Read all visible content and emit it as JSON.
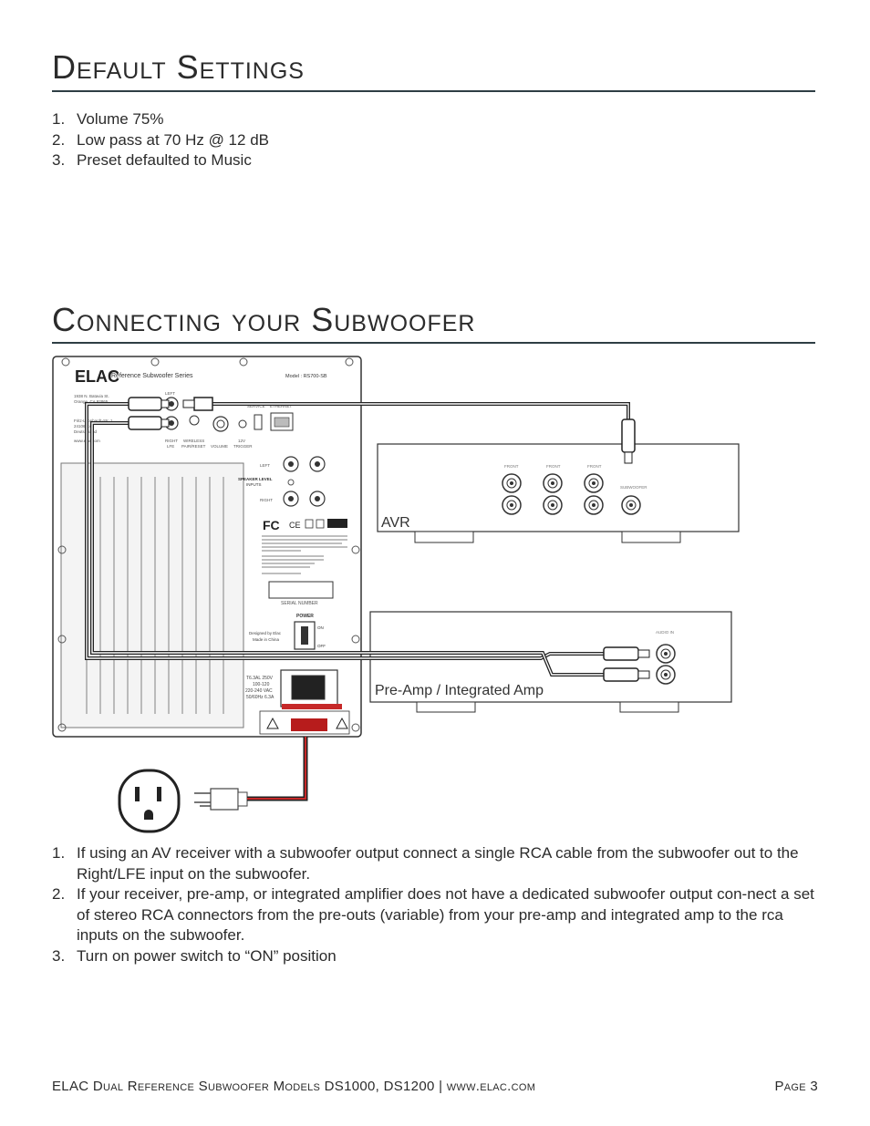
{
  "section1": {
    "title": "Default Settings",
    "items": [
      {
        "num": "1.",
        "text": "Volume 75%"
      },
      {
        "num": "2.",
        "text": "Low pass at 70 Hz @ 12 dB"
      },
      {
        "num": "3.",
        "text": "Preset defaulted to Music"
      }
    ]
  },
  "section2": {
    "title": "Connecting your Subwoofer",
    "items": [
      {
        "num": "1.",
        "text": "If using an AV receiver with a subwoofer output connect a single RCA cable from the subwoofer out to the Right/LFE input on the subwoofer."
      },
      {
        "num": "2.",
        "text": "If your receiver, pre-amp, or integrated amplifier does not have a dedicated subwoofer output con-nect a set of stereo RCA connectors from the pre-outs (variable) from your pre-amp and integrated amp to the rca inputs on the subwoofer."
      },
      {
        "num": "3.",
        "text": "Turn on power switch to “ON” position"
      }
    ]
  },
  "diagram": {
    "panel": {
      "brand": "ELAC",
      "series": "Reference Subwoofer Series",
      "model": "Model : RS700-SB",
      "address": [
        "1938 N. Batavia St.",
        "Orange, CA 92865"
      ],
      "address2": [
        "Fritz-Leonhardt-Str. 1",
        "24106 Kiel",
        "Deutschland"
      ],
      "website": "www.elac.com",
      "left": "LEFT",
      "right_lfe": [
        "RIGHT",
        "LFE"
      ],
      "wireless": [
        "WIRELESS",
        "PAIR/RESET"
      ],
      "volume": "VOLUME",
      "trigger": [
        "12V",
        "TRIGGER"
      ],
      "service": "SERVICE",
      "ethernet": "ETHERNET",
      "speaker_left": "LEFT",
      "speaker_inputs": [
        "SPEAKER LEVEL",
        "INPUTS"
      ],
      "speaker_right": "RIGHT",
      "fc": "FC",
      "ce": "CE",
      "serial": "SERIAL NUMBER",
      "power": "POWER",
      "on": "ON",
      "off": "OFF",
      "designed": [
        "Designed by Elac",
        "Made in China"
      ],
      "fuse": [
        "T6.3AL 250V",
        "100-120",
        "220-240 VAC",
        "50/60Hz 6.3A"
      ]
    },
    "avr": {
      "label": "AVR",
      "front": "FRONT",
      "subwoofer": "SUBWOOFER"
    },
    "preamp": {
      "label": "Pre-Amp / Integrated Amp",
      "audio_in": "AUDIO IN"
    }
  },
  "footer": {
    "left": "ELAC Dual Reference Subwoofer Models DS1000, DS1200 | www.elac.com",
    "right": "Page 3"
  }
}
